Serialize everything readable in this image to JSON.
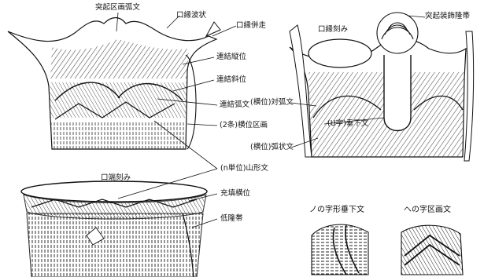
{
  "labels": {
    "tokki_kukaku_komon": "突起区画弧文",
    "koen_hajo": "口縁波状",
    "koen_heiso": "口縁併走",
    "koen_kizami": "口縁刻み",
    "tokki_soshoku_ryutai": "突起装飾隆帯",
    "renketsu_tate": "連結縦位",
    "renketsu_naname": "連結斜位",
    "renketsu_komon": "連結弧文",
    "nijo_yoko_kukaku": "(2条)横位区画",
    "yoko_taikomon": "(横位)対弧文",
    "u_suika": "(U字)垂下文",
    "yoko_kojo": "(横位)弧状文",
    "n_tani_sankei": "(n単位)山形文",
    "kobata_kizami": "口端刻み",
    "juten_yoko": "充填横位",
    "tei_ryutai": "低隆帯",
    "no_ji_suika": "ノの字形垂下文",
    "he_ji_kukaku": "への字区画文"
  }
}
